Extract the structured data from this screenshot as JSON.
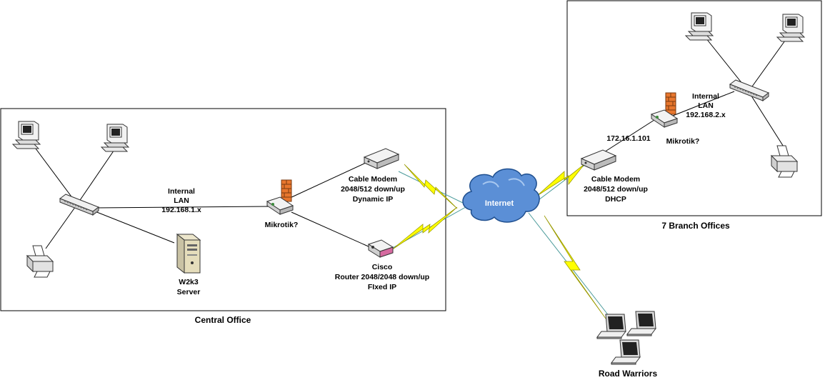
{
  "offices": {
    "central": "Central Office",
    "branch": "7 Branch Offices",
    "road": "Road Warriors"
  },
  "central": {
    "lan_line1": "Internal",
    "lan_line2": "LAN",
    "lan_line3": "192.168.1.x",
    "router": "Mikrotik?",
    "modem_line1": "Cable Modem",
    "modem_line2": "2048/512 down/up",
    "modem_line3": "Dynamic IP",
    "cisco_line1": "Cisco",
    "cisco_line2": "Router 2048/2048 down/up",
    "cisco_line3": "FIxed IP",
    "server_line1": "W2k3",
    "server_line2": "Server"
  },
  "internet": "Internet",
  "branch": {
    "lan_line1": "Internal",
    "lan_line2": "LAN",
    "lan_line3": "192.168.2.x",
    "router": "Mikrotik?",
    "ip": "172.16.1.101",
    "modem_line1": "Cable Modem",
    "modem_line2": "2048/512 down/up",
    "modem_line3": "DHCP"
  },
  "colors": {
    "lightning": "#ffff00",
    "cloud": "#5b8fd6",
    "firewall": "#e8762d"
  }
}
